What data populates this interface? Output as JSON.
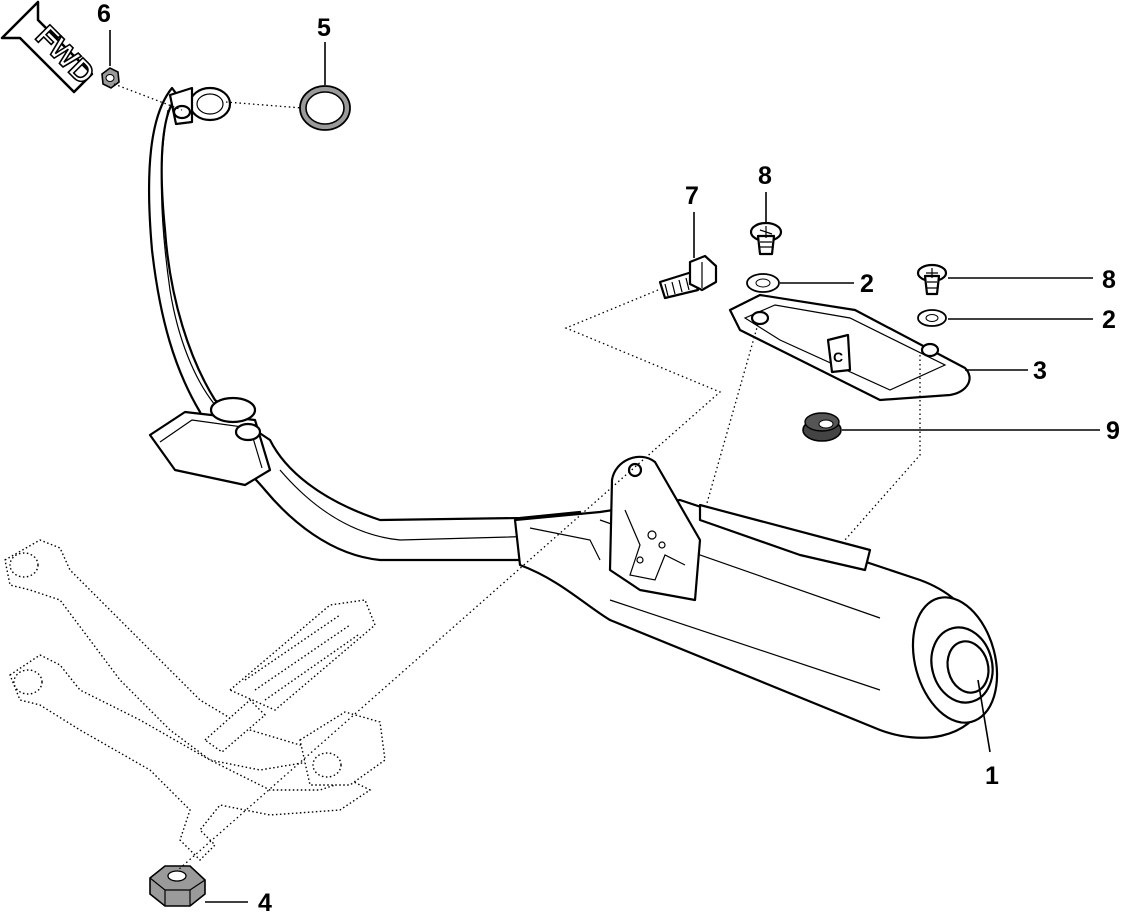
{
  "orientation": {
    "label": "FWD"
  },
  "callouts": [
    {
      "id": "c6",
      "text": "6"
    },
    {
      "id": "c5",
      "text": "5"
    },
    {
      "id": "c7",
      "text": "7"
    },
    {
      "id": "c8a",
      "text": "8"
    },
    {
      "id": "c8b",
      "text": "8"
    },
    {
      "id": "c2a",
      "text": "2"
    },
    {
      "id": "c2b",
      "text": "2"
    },
    {
      "id": "c3",
      "text": "3"
    },
    {
      "id": "c9",
      "text": "9"
    },
    {
      "id": "c1",
      "text": "1"
    },
    {
      "id": "c4",
      "text": "4"
    }
  ],
  "colors": {
    "line": "#000000",
    "background": "#ffffff",
    "rubber": "#444444",
    "washer": "#9a9a9a"
  }
}
